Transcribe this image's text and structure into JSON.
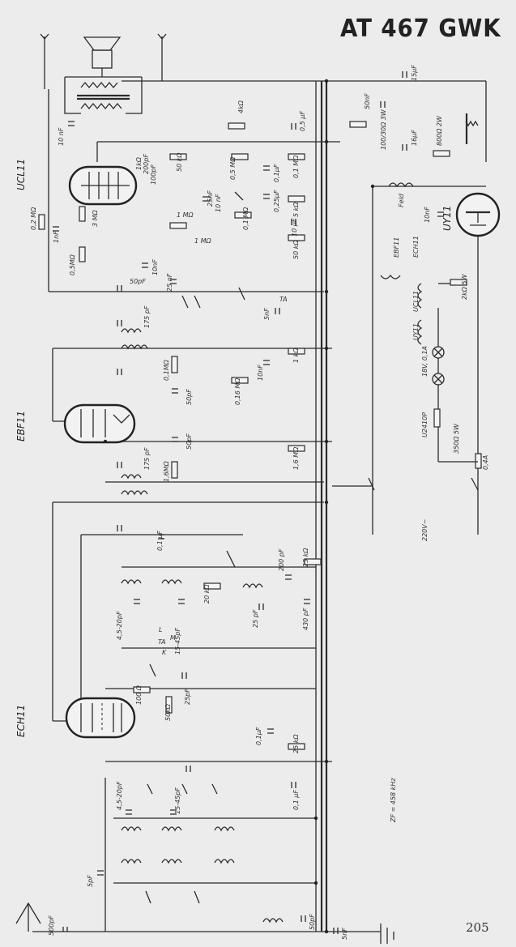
{
  "title": "AT 467 GWK",
  "page_number": "205",
  "tubes": {
    "ucl11": "UCL11",
    "ebf11": "EBF11",
    "ech11": "ECH11",
    "uy11": "UY11"
  },
  "power": {
    "mains": "220V~",
    "fuse": "0,4A",
    "filament": [
      "EBF11",
      "ECH11",
      "UY11",
      "UCL11",
      "18V, 0,1A",
      "U2410P",
      "350Ω 5W",
      "2kΩ 5W"
    ],
    "field": "Feld",
    "filter": [
      "100/30Ω 3W",
      "16µF",
      "800Ω 2W",
      "15µF",
      "10nF"
    ]
  },
  "if_note": "ZF = 458 kHz",
  "labels": [
    "1kΩ",
    "200pF",
    "100pF",
    "50 kΩ",
    "0,5 MΩ",
    "0,1µF",
    "0,1 MΩ",
    "5 kΩ",
    "0,25µF",
    "25nF",
    "10 nF",
    "0,1 MΩ",
    "10 µF",
    "1 MΩ",
    "3 MΩ",
    "0,2 MΩ",
    "1nF",
    "0,5MΩ",
    "50pF",
    "10nF",
    "25 nF",
    "50 kΩ",
    "1 MΩ",
    "5nF",
    "TA",
    "175 pF",
    "0,1MΩ",
    "50pF",
    "0,16 MΩ",
    "10nF",
    "1 kΩ",
    "1,6MΩ",
    "1,6 MΩ",
    "50pF",
    "175 pF",
    "0,1 µF",
    "200 pF",
    "25 kΩ",
    "20 kΩ",
    "430 pF",
    "25 pF",
    "4,5-20pF",
    "15-45pF",
    "K",
    "M",
    "L",
    "TA",
    "100 Ω",
    "50kΩ",
    "25pF",
    "0,1µF",
    "25 kΩ",
    "0,1 µF",
    "4,5-20pF",
    "15-45pF",
    "5pF",
    "500pF",
    "50pF",
    "5nF",
    "4kΩ",
    "50nF",
    "10 nF",
    "0,5 µF"
  ]
}
